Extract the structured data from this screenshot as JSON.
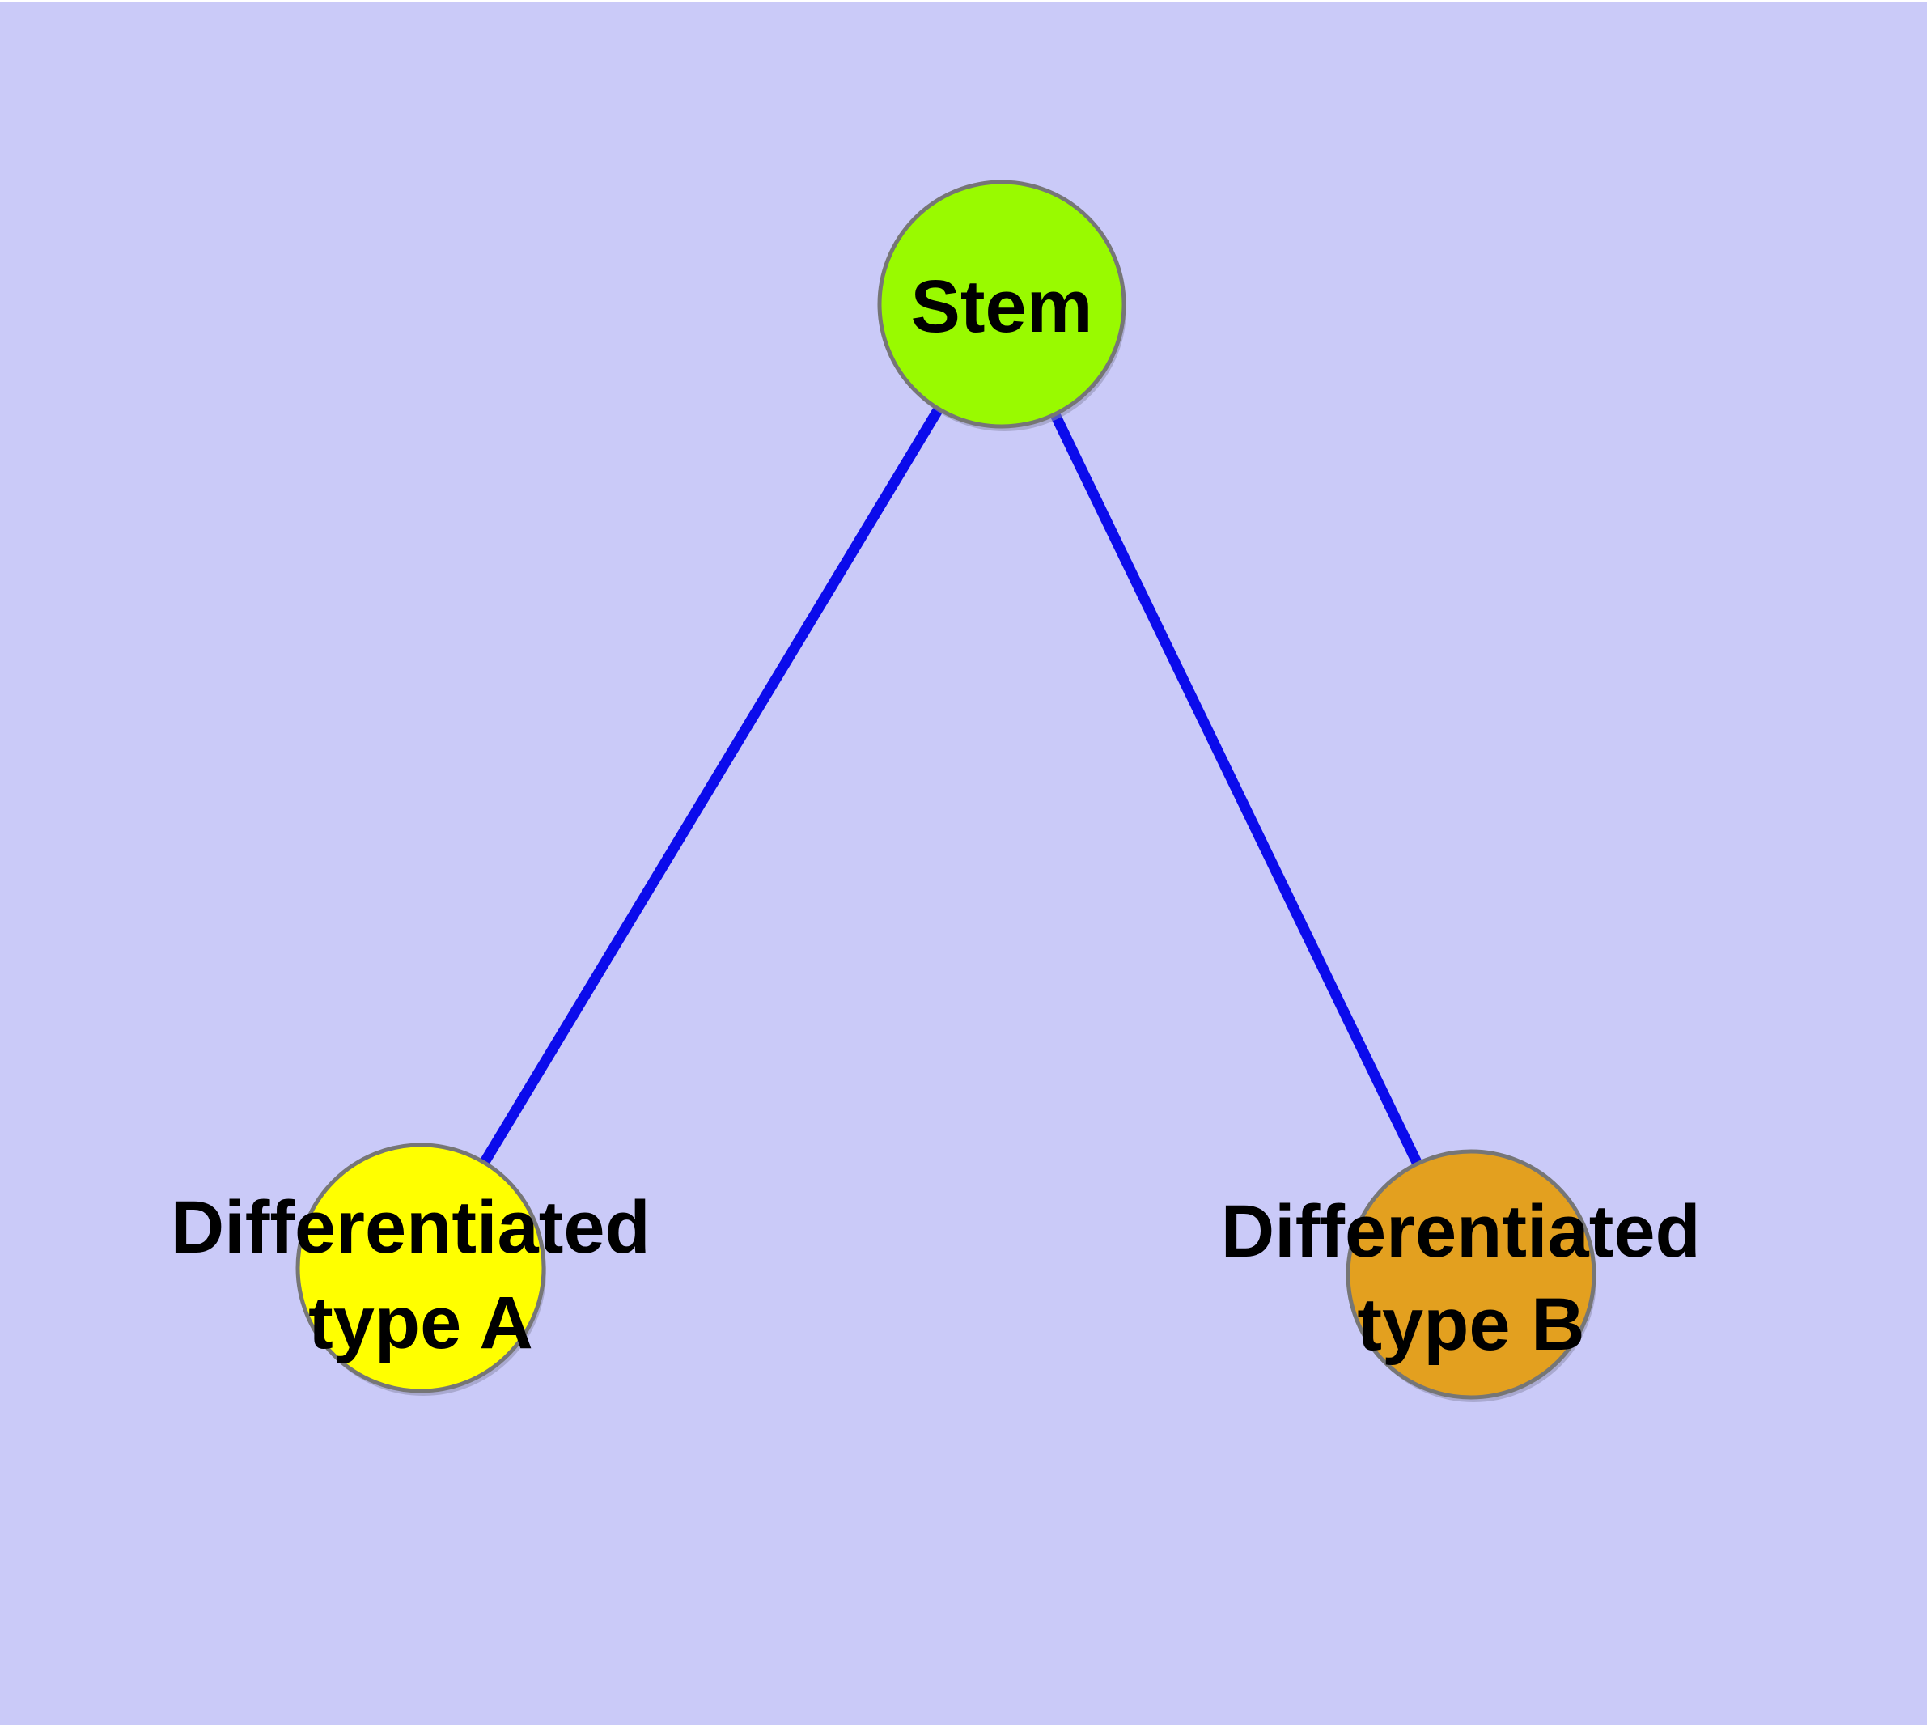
{
  "colors": {
    "page_margin": "#ffffff",
    "canvas_background": "#cacaf8",
    "edge": "#0b0bec",
    "node_border": "#767676",
    "node_shadow": "#8e8eae",
    "label_text": "#000000"
  },
  "nodes": [
    {
      "id": "stem",
      "label_lines": [
        "Stem"
      ],
      "fill": "#99fa00"
    },
    {
      "id": "differentiated-type-a",
      "label_lines": [
        "Differentiated",
        "type A"
      ],
      "fill": "#ffff00"
    },
    {
      "id": "differentiated-type-b",
      "label_lines": [
        "Differentiated",
        "type B"
      ],
      "fill": "#e3a01f"
    }
  ],
  "edges": [
    {
      "from": "stem",
      "to": "differentiated-type-a"
    },
    {
      "from": "stem",
      "to": "differentiated-type-b"
    }
  ]
}
